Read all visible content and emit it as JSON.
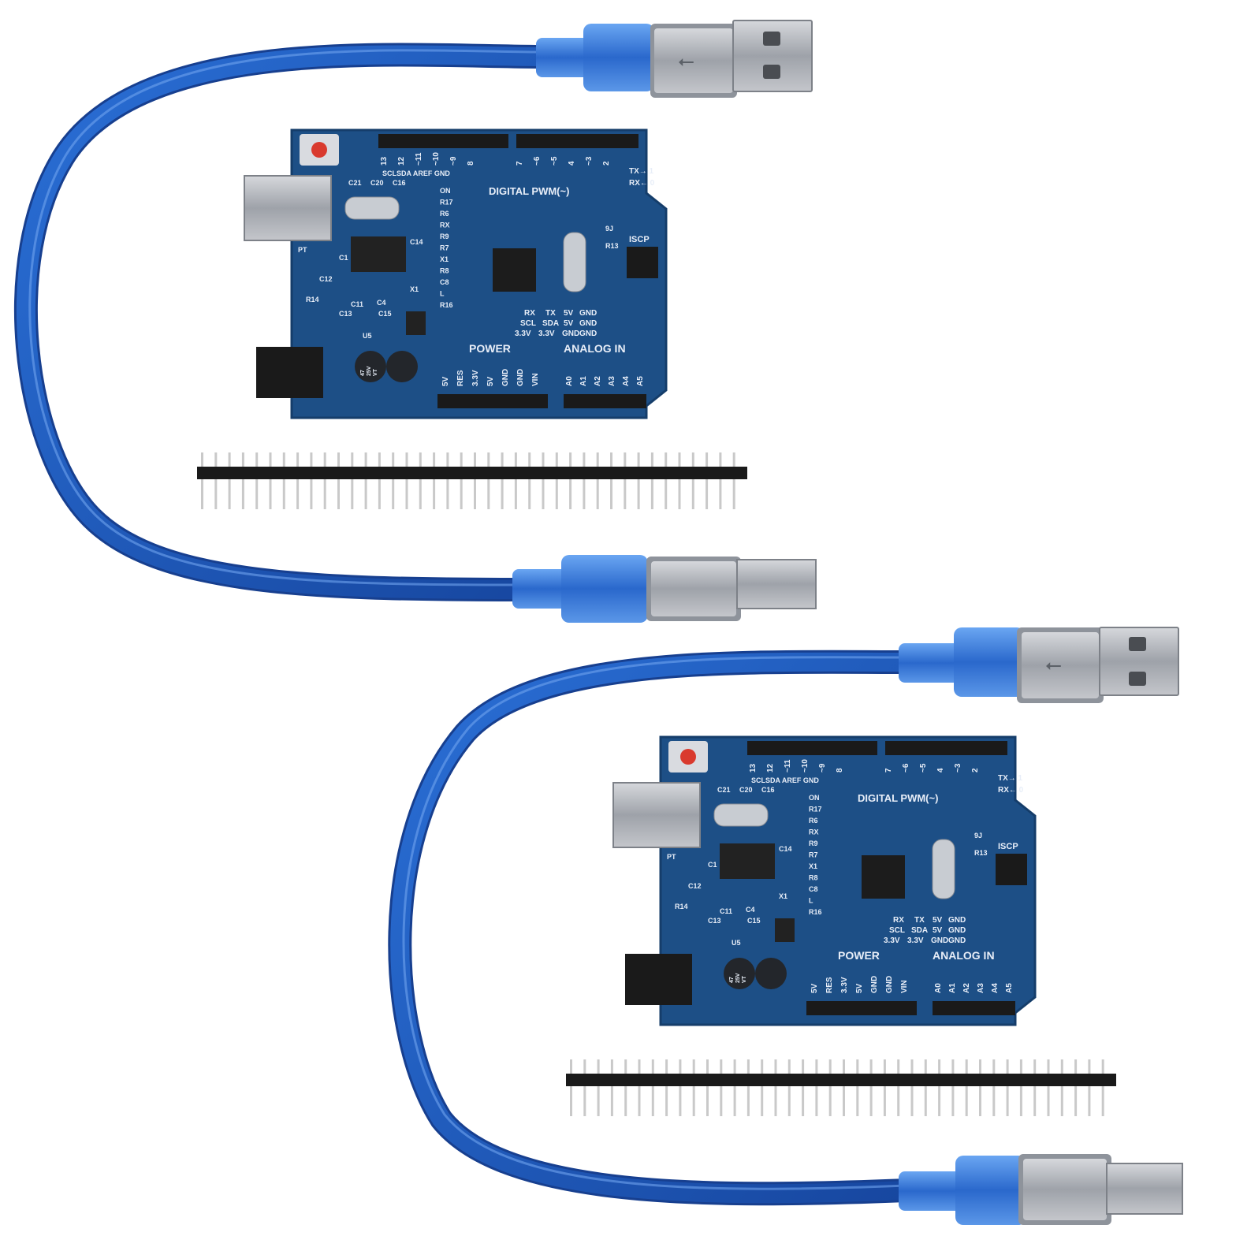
{
  "colors": {
    "background": "#ffffff",
    "pcb": "#1d4f86",
    "pcb_edge": "#153d6a",
    "cable": "#1f5fc4",
    "cable_highlight": "#5d9bf0",
    "metal": "#b9bcc2",
    "header_plastic": "#1a1a1a",
    "pin_metal": "#c9c9c9",
    "reset_button": "#d93a2e"
  },
  "kits": [
    {
      "board": {
        "labels": {
          "digital": "DIGITAL PWM(~)",
          "power": "POWER",
          "analog": "ANALOG IN",
          "iscp": "ISCP",
          "aref_row": "SCLSDA AREF GND",
          "tx": "TX→ 1",
          "rx": "RX← 0",
          "digital_pins": [
            "13",
            "12",
            "~11",
            "~10",
            "~9",
            "8",
            "7",
            "~6",
            "~5",
            "4",
            "~3",
            "2"
          ],
          "power_pins": [
            "5V",
            "RES",
            "3.3V",
            "5V",
            "GND",
            "GND",
            "VIN"
          ],
          "analog_pins": [
            "A0",
            "A1",
            "A2",
            "A3",
            "A4",
            "A5"
          ],
          "led_labels": [
            "ON",
            "R17",
            "R6",
            "RX",
            "R9",
            "R7",
            "X1",
            "R8",
            "C8",
            "L",
            "R16"
          ],
          "caps_top": [
            "C21",
            "C20",
            "C16"
          ],
          "misc": [
            "C14",
            "C1",
            "PT",
            "C12",
            "R14",
            "X1",
            "C11",
            "C4",
            "C13",
            "C15",
            "U5",
            "R13",
            "9J"
          ],
          "bus_rows": [
            [
              "RX",
              "TX",
              "5V",
              "GND"
            ],
            [
              "SCL",
              "SDA",
              "5V",
              "GND"
            ],
            [
              "3.3V",
              "3.3V",
              "GND",
              "GND"
            ]
          ],
          "capacitor_marking": [
            "47",
            "25V",
            "VT"
          ]
        }
      },
      "cable_connectors": [
        "USB-A plug",
        "USB-B plug"
      ],
      "pin_header_count": 40
    },
    {
      "board": {
        "labels": {
          "digital": "DIGITAL PWM(~)",
          "power": "POWER",
          "analog": "ANALOG IN",
          "iscp": "ISCP",
          "aref_row": "SCLSDA AREF GND",
          "tx": "TX→ 1",
          "rx": "RX← 0",
          "digital_pins": [
            "13",
            "12",
            "~11",
            "~10",
            "~9",
            "8",
            "7",
            "~6",
            "~5",
            "4",
            "~3",
            "2"
          ],
          "power_pins": [
            "5V",
            "RES",
            "3.3V",
            "5V",
            "GND",
            "GND",
            "VIN"
          ],
          "analog_pins": [
            "A0",
            "A1",
            "A2",
            "A3",
            "A4",
            "A5"
          ],
          "led_labels": [
            "ON",
            "R17",
            "R6",
            "RX",
            "R9",
            "R7",
            "X1",
            "R8",
            "C8",
            "L",
            "R16"
          ],
          "caps_top": [
            "C21",
            "C20",
            "C16"
          ],
          "misc": [
            "C14",
            "C1",
            "PT",
            "C12",
            "R14",
            "X1",
            "C11",
            "C4",
            "C13",
            "C15",
            "U5",
            "R13",
            "9J"
          ],
          "bus_rows": [
            [
              "RX",
              "TX",
              "5V",
              "GND"
            ],
            [
              "SCL",
              "SDA",
              "5V",
              "GND"
            ],
            [
              "3.3V",
              "3.3V",
              "GND",
              "GND"
            ]
          ],
          "capacitor_marking": [
            "47",
            "25V",
            "VT"
          ]
        }
      },
      "cable_connectors": [
        "USB-A plug",
        "USB-B plug"
      ],
      "pin_header_count": 40
    }
  ]
}
